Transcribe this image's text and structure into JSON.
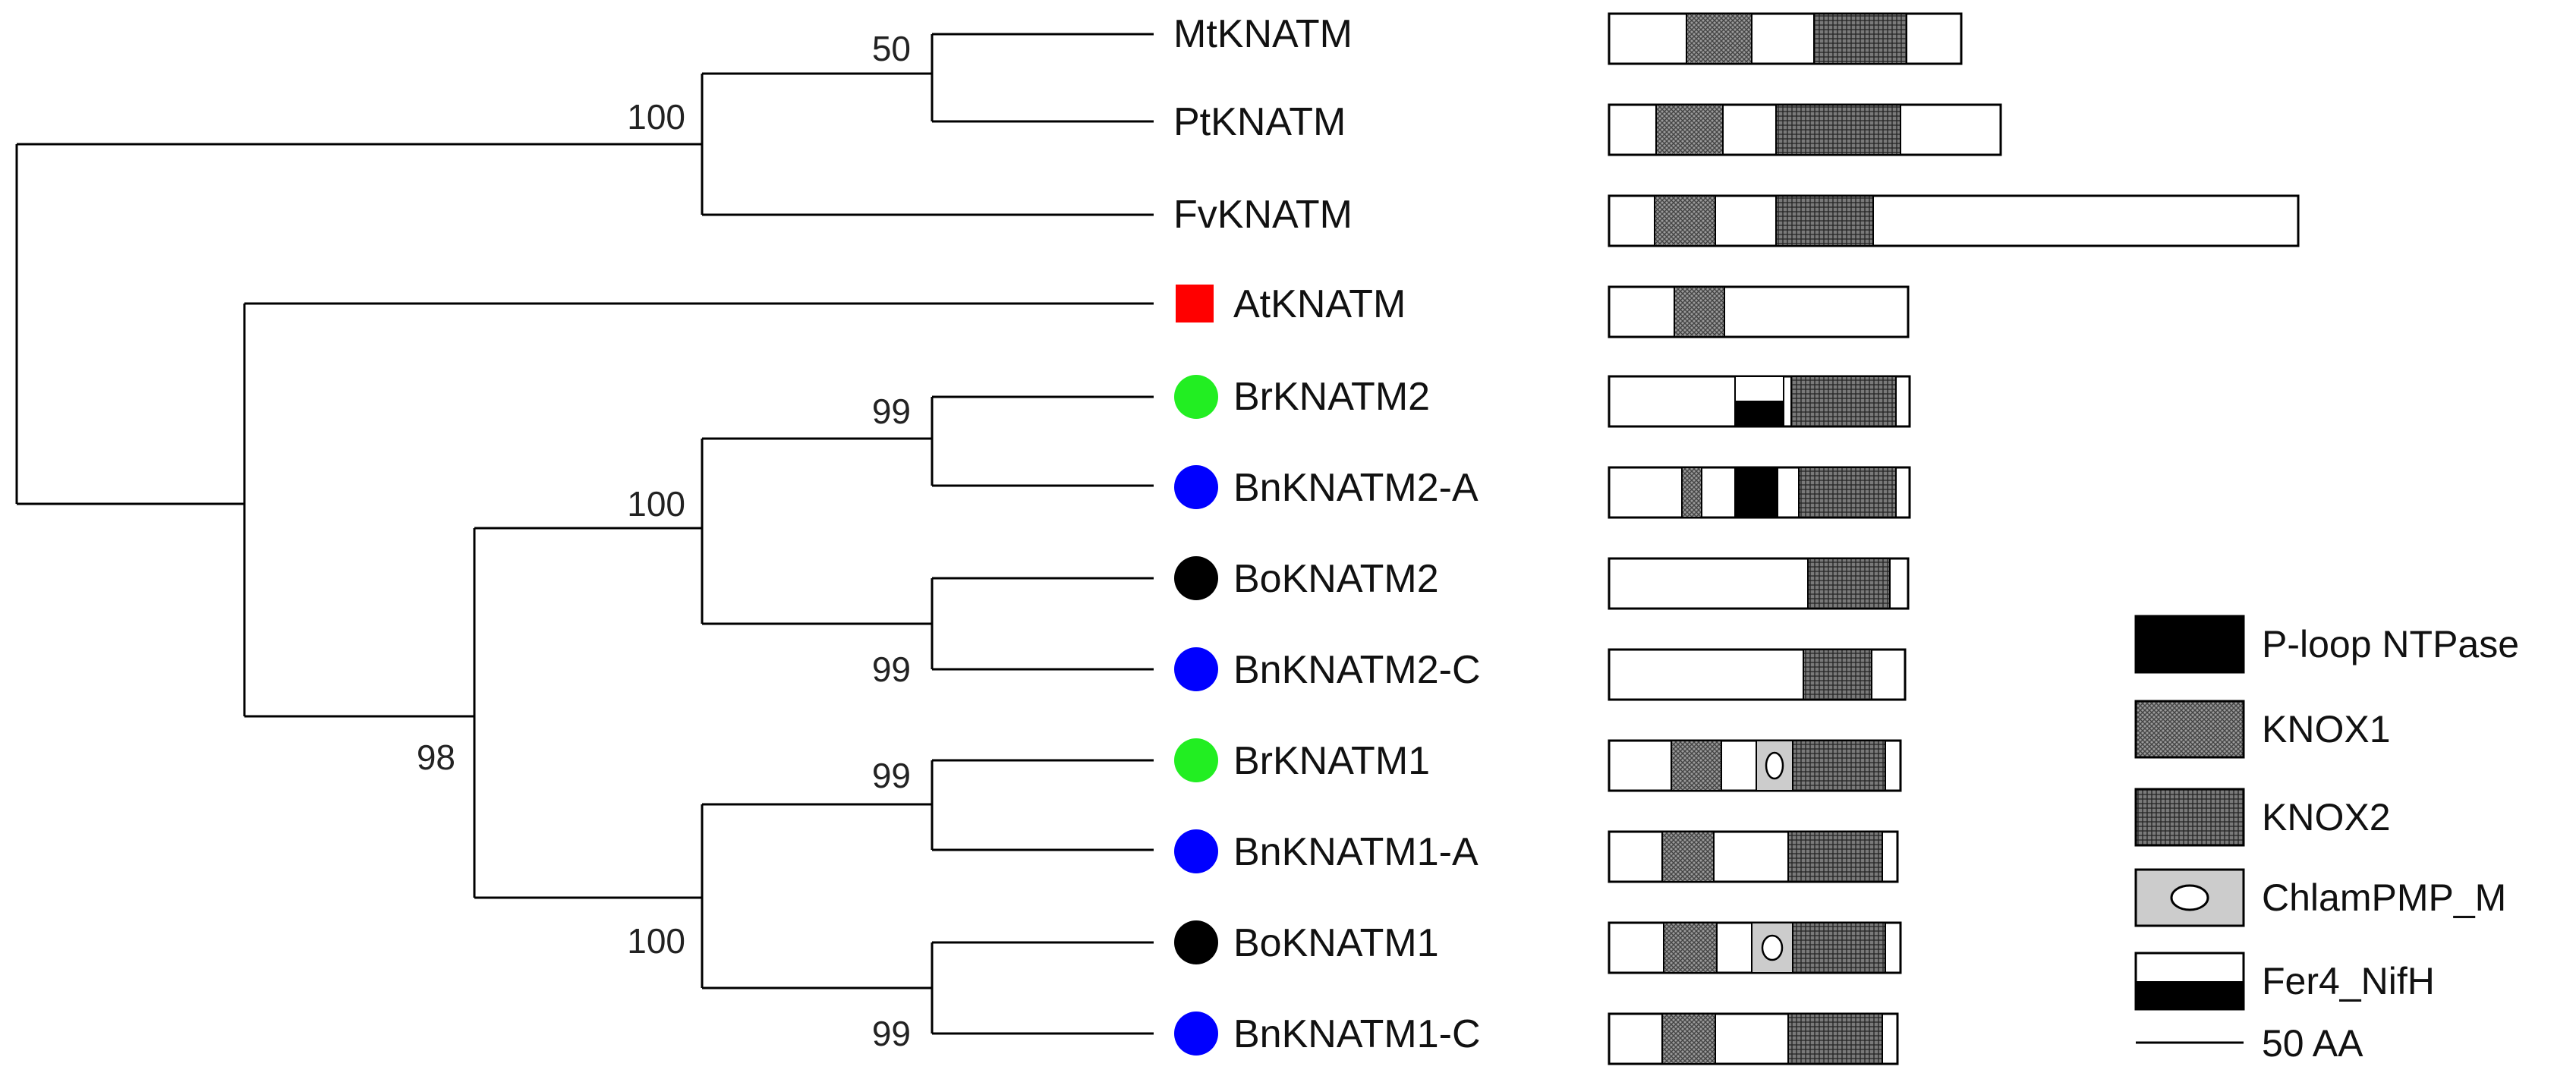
{
  "colors": {
    "at_marker": "#ff0000",
    "br_marker": "#22ee22",
    "bn_marker": "#0000ff",
    "bo_marker": "#000000",
    "line": "#000000",
    "pmp_fill": "#cccccc"
  },
  "tree": {
    "taxa": [
      {
        "label": "MtKNATM",
        "marker": "none"
      },
      {
        "label": "PtKNATM",
        "marker": "none"
      },
      {
        "label": "FvKNATM",
        "marker": "none"
      },
      {
        "label": "AtKNATM",
        "marker": "square-red"
      },
      {
        "label": "BrKNATM2",
        "marker": "circle-green"
      },
      {
        "label": "BnKNATM2-A",
        "marker": "circle-blue"
      },
      {
        "label": "BoKNATM2",
        "marker": "circle-black"
      },
      {
        "label": "BnKNATM2-C",
        "marker": "circle-blue"
      },
      {
        "label": "BrKNATM1",
        "marker": "circle-green"
      },
      {
        "label": "BnKNATM1-A",
        "marker": "circle-blue"
      },
      {
        "label": "BoKNATM1",
        "marker": "circle-black"
      },
      {
        "label": "BnKNATM1-C",
        "marker": "circle-blue"
      }
    ],
    "bootstraps": [
      {
        "node": "mt-pt",
        "value": "50"
      },
      {
        "node": "mt-pt-fv",
        "value": "100"
      },
      {
        "node": "br2-bn2a",
        "value": "99"
      },
      {
        "node": "knatm2",
        "value": "100"
      },
      {
        "node": "bo2-bn2c",
        "value": "99"
      },
      {
        "node": "brassica",
        "value": "98"
      },
      {
        "node": "br1-bn1a",
        "value": "99"
      },
      {
        "node": "knatm1",
        "value": "100"
      },
      {
        "node": "bo1-bn1c",
        "value": "99"
      }
    ]
  },
  "domains_legend": [
    {
      "name": "P-loop NTPase",
      "pattern": "solid-black"
    },
    {
      "name": "KNOX1",
      "pattern": "fine-hatch"
    },
    {
      "name": "KNOX2",
      "pattern": "hatch-with-white-cross"
    },
    {
      "name": "ChlamPMP_M",
      "pattern": "grey-with-oval"
    },
    {
      "name": "Fer4_NifH",
      "pattern": "half-white-half-black"
    }
  ],
  "scale_bar": {
    "label": "50 AA"
  }
}
